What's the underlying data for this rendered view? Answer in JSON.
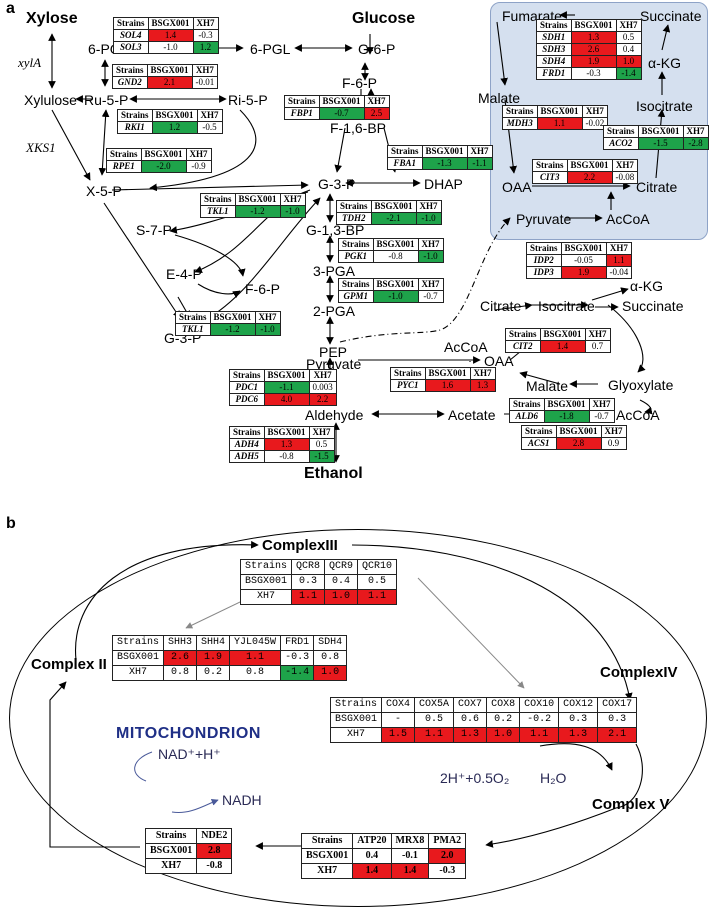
{
  "panel_a": {
    "label": "a",
    "metabolites": {
      "xylose": "Xylose",
      "glucose": "Glucose",
      "six_pgl_left": "6-PGL",
      "six_pgl_right": "6-PGL",
      "g6p": "G-6-P",
      "xylulose": "Xylulose",
      "ru5p": "Ru-5-P",
      "ri5p": "Ri-5-P",
      "f6p": "F-6-P",
      "f16bp": "F-1,6-BP",
      "x5p": "X-5-P",
      "g3p": "G-3-P",
      "dhap": "DHAP",
      "s7p": "S-7-P",
      "g13bp": "G-1,3-BP",
      "e4p": "E-4-P",
      "f6p_2": "F-6-P",
      "three_pga": "3-PGA",
      "two_pga": "2-PGA",
      "g3p_2": "G-3-P",
      "pep": "PEP",
      "pyruvate": "Pyruvate",
      "oaa": "OAA",
      "aldehyde": "Aldehyde",
      "acetate": "Acetate",
      "acoa_cyto": "AcCoA",
      "ethanol": "Ethanol",
      "malate_cyto": "Malate",
      "glyoxylate": "Glyoxylate",
      "acoa_glyox": "AcCoA",
      "citrate_glyox": "Citrate",
      "isocitrate_glyox": "Isocitrate",
      "succinate_glyox": "Succinate",
      "akg_cyto": "α-KG",
      "fumarate": "Fumarate",
      "succinate_mito": "Succinate",
      "malate_mito": "Malate",
      "akg_mito": "α-KG",
      "isocitrate_mito": "Isocitrate",
      "oaa_mito": "OAA",
      "citrate_mito": "Citrate",
      "pyruvate_mito": "Pyruvate",
      "acoa_mito": "AcCoA"
    },
    "gene_labels": {
      "xyla": "xylA",
      "xks1": "XKS1"
    },
    "tables": [
      {
        "id": "sol",
        "header": [
          "Strains",
          "BSGX001",
          "XH7"
        ],
        "rows": [
          {
            "gene": "SOL4",
            "v1": "1.4",
            "c1": "red",
            "v2": "-0.3",
            "c2": ""
          },
          {
            "gene": "SOL3",
            "v1": "-1.0",
            "c1": "",
            "v2": "1.2",
            "c2": "green"
          }
        ]
      },
      {
        "id": "gnd",
        "header": [
          "Strains",
          "BSGX001",
          "XH7"
        ],
        "rows": [
          {
            "gene": "GND2",
            "v1": "2.1",
            "c1": "red",
            "v2": "-0.01",
            "c2": ""
          }
        ]
      },
      {
        "id": "rki",
        "header": [
          "Strains",
          "BSGX001",
          "XH7"
        ],
        "rows": [
          {
            "gene": "RKI1",
            "v1": "1.2",
            "c1": "green",
            "v2": "-0.5",
            "c2": ""
          }
        ]
      },
      {
        "id": "rpe",
        "header": [
          "Strains",
          "BSGX001",
          "XH7"
        ],
        "rows": [
          {
            "gene": "RPE1",
            "v1": "-2.0",
            "c1": "green",
            "v2": "-0.9",
            "c2": ""
          }
        ]
      },
      {
        "id": "fbp",
        "header": [
          "Strains",
          "BSGX001",
          "XH7"
        ],
        "rows": [
          {
            "gene": "FBP1",
            "v1": "-0.7",
            "c1": "green",
            "v2": "2.5",
            "c2": "red"
          }
        ]
      },
      {
        "id": "fba",
        "header": [
          "Strains",
          "BSGX001",
          "XH7"
        ],
        "rows": [
          {
            "gene": "FBA1",
            "v1": "-1.3",
            "c1": "green",
            "v2": "-1.1",
            "c2": "green"
          }
        ]
      },
      {
        "id": "tkl_a",
        "header": [
          "Strains",
          "BSGX001",
          "XH7"
        ],
        "rows": [
          {
            "gene": "TKL1",
            "v1": "-1.2",
            "c1": "green",
            "v2": "-1.0",
            "c2": "green"
          }
        ]
      },
      {
        "id": "tdh",
        "header": [
          "Strains",
          "BSGX001",
          "XH7"
        ],
        "rows": [
          {
            "gene": "TDH2",
            "v1": "-2.1",
            "c1": "green",
            "v2": "-1.0",
            "c2": "green"
          }
        ]
      },
      {
        "id": "pgk",
        "header": [
          "Strains",
          "BSGX001",
          "XH7"
        ],
        "rows": [
          {
            "gene": "PGK1",
            "v1": "-0.8",
            "c1": "",
            "v2": "-1.0",
            "c2": "green"
          }
        ]
      },
      {
        "id": "gpm",
        "header": [
          "Strains",
          "BSGX001",
          "XH7"
        ],
        "rows": [
          {
            "gene": "GPM1",
            "v1": "-1.0",
            "c1": "green",
            "v2": "-0.7",
            "c2": ""
          }
        ]
      },
      {
        "id": "tkl_b",
        "header": [
          "Strains",
          "BSGX001",
          "XH7"
        ],
        "rows": [
          {
            "gene": "TKL1",
            "v1": "-1.2",
            "c1": "green",
            "v2": "-1.0",
            "c2": "green"
          }
        ]
      },
      {
        "id": "pdc",
        "header": [
          "Strains",
          "BSGX001",
          "XH7"
        ],
        "rows": [
          {
            "gene": "PDC1",
            "v1": "-1.1",
            "c1": "green",
            "v2": "0.003",
            "c2": ""
          },
          {
            "gene": "PDC6",
            "v1": "4.0",
            "c1": "red",
            "v2": "2.2",
            "c2": "red"
          }
        ]
      },
      {
        "id": "adh",
        "header": [
          "Strains",
          "BSGX001",
          "XH7"
        ],
        "rows": [
          {
            "gene": "ADH4",
            "v1": "1.3",
            "c1": "red",
            "v2": "0.5",
            "c2": ""
          },
          {
            "gene": "ADH5",
            "v1": "-0.8",
            "c1": "",
            "v2": "-1.5",
            "c2": "green"
          }
        ]
      },
      {
        "id": "ald",
        "header": [
          "Strains",
          "BSGX001",
          "XH7"
        ],
        "rows": [
          {
            "gene": "ALD6",
            "v1": "-1.8",
            "c1": "green",
            "v2": "-0.7",
            "c2": ""
          }
        ]
      },
      {
        "id": "pyc",
        "header": [
          "Strains",
          "BSGX001",
          "XH7"
        ],
        "rows": [
          {
            "gene": "PYC1",
            "v1": "1.6",
            "c1": "red",
            "v2": "1.3",
            "c2": "red"
          }
        ]
      },
      {
        "id": "acs",
        "header": [
          "Strains",
          "BSGX001",
          "XH7"
        ],
        "rows": [
          {
            "gene": "ACS1",
            "v1": "2.8",
            "c1": "red",
            "v2": "0.9",
            "c2": ""
          }
        ]
      },
      {
        "id": "cit2",
        "header": [
          "Strains",
          "BSGX001",
          "XH7"
        ],
        "rows": [
          {
            "gene": "CIT2",
            "v1": "1.4",
            "c1": "red",
            "v2": "0.7",
            "c2": ""
          }
        ]
      },
      {
        "id": "idp",
        "header": [
          "Strains",
          "BSGX001",
          "XH7"
        ],
        "rows": [
          {
            "gene": "IDP2",
            "v1": "-0.05",
            "c1": "",
            "v2": "1.1",
            "c2": "red"
          },
          {
            "gene": "IDP3",
            "v1": "1.9",
            "c1": "red",
            "v2": "-0.04",
            "c2": ""
          }
        ]
      },
      {
        "id": "sdh",
        "header": [
          "Strains",
          "BSGX001",
          "XH7"
        ],
        "rows": [
          {
            "gene": "SDH1",
            "v1": "1.3",
            "c1": "red",
            "v2": "0.5",
            "c2": ""
          },
          {
            "gene": "SDH3",
            "v1": "2.6",
            "c1": "red",
            "v2": "0.4",
            "c2": ""
          },
          {
            "gene": "SDH4",
            "v1": "1.9",
            "c1": "red",
            "v2": "1.0",
            "c2": "red"
          },
          {
            "gene": "FRD1",
            "v1": "-0.3",
            "c1": "",
            "v2": "-1.4",
            "c2": "green"
          }
        ]
      },
      {
        "id": "mdh",
        "header": [
          "Strains",
          "BSGX001",
          "XH7"
        ],
        "rows": [
          {
            "gene": "MDH3",
            "v1": "1.1",
            "c1": "red",
            "v2": "-0.02",
            "c2": ""
          }
        ]
      },
      {
        "id": "aco",
        "header": [
          "Strains",
          "BSGX001",
          "XH7"
        ],
        "rows": [
          {
            "gene": "ACO2",
            "v1": "-1.5",
            "c1": "green",
            "v2": "-2.8",
            "c2": "green"
          }
        ]
      },
      {
        "id": "cit3",
        "header": [
          "Strains",
          "BSGX001",
          "XH7"
        ],
        "rows": [
          {
            "gene": "CIT3",
            "v1": "2.2",
            "c1": "red",
            "v2": "-0.08",
            "c2": ""
          }
        ]
      }
    ]
  },
  "panel_b": {
    "label": "b",
    "complexes": {
      "c2": "Complex II",
      "c3": "ComplexIII",
      "c4": "ComplexIV",
      "c5": "Complex V"
    },
    "mitochondrion": "MITOCHONDRION",
    "nad": "NAD⁺+H⁺",
    "nadh": "NADH",
    "reaction_left": "2H⁺+0.5O₂",
    "reaction_right": "H₂O",
    "tables": {
      "qcr": {
        "header": [
          "Strains",
          "QCR8",
          "QCR9",
          "QCR10"
        ],
        "rows": [
          {
            "name": "BSGX001",
            "cells": [
              {
                "v": "0.3",
                "c": ""
              },
              {
                "v": "0.4",
                "c": ""
              },
              {
                "v": "0.5",
                "c": ""
              }
            ]
          },
          {
            "name": "XH7",
            "cells": [
              {
                "v": "1.1",
                "c": "red"
              },
              {
                "v": "1.0",
                "c": "red"
              },
              {
                "v": "1.1",
                "c": "red"
              }
            ]
          }
        ]
      },
      "sdh": {
        "header": [
          "Strains",
          "SHH3",
          "SHH4",
          "YJL045W",
          "FRD1",
          "SDH4"
        ],
        "rows": [
          {
            "name": "BSGX001",
            "cells": [
              {
                "v": "2.6",
                "c": "red"
              },
              {
                "v": "1.9",
                "c": "red"
              },
              {
                "v": "1.1",
                "c": "red"
              },
              {
                "v": "-0.3",
                "c": ""
              },
              {
                "v": "0.8",
                "c": ""
              }
            ]
          },
          {
            "name": "XH7",
            "cells": [
              {
                "v": "0.8",
                "c": ""
              },
              {
                "v": "0.2",
                "c": ""
              },
              {
                "v": "0.8",
                "c": ""
              },
              {
                "v": "-1.4",
                "c": "green"
              },
              {
                "v": "1.0",
                "c": "red"
              }
            ]
          }
        ]
      },
      "cox": {
        "header": [
          "Strains",
          "COX4",
          "COX5A",
          "COX7",
          "COX8",
          "COX10",
          "COX12",
          "COX17"
        ],
        "rows": [
          {
            "name": "BSGX001",
            "cells": [
              {
                "v": "-",
                "c": ""
              },
              {
                "v": "0.5",
                "c": ""
              },
              {
                "v": "0.6",
                "c": ""
              },
              {
                "v": "0.2",
                "c": ""
              },
              {
                "v": "-0.2",
                "c": ""
              },
              {
                "v": "0.3",
                "c": ""
              },
              {
                "v": "0.3",
                "c": ""
              }
            ]
          },
          {
            "name": "XH7",
            "cells": [
              {
                "v": "1.5",
                "c": "red"
              },
              {
                "v": "1.1",
                "c": "red"
              },
              {
                "v": "1.3",
                "c": "red"
              },
              {
                "v": "1.0",
                "c": "red"
              },
              {
                "v": "1.1",
                "c": "red"
              },
              {
                "v": "1.3",
                "c": "red"
              },
              {
                "v": "2.1",
                "c": "red"
              }
            ]
          }
        ]
      },
      "atp": {
        "header": [
          "Strains",
          "ATP20",
          "MRX8",
          "PMA2"
        ],
        "rows": [
          {
            "name": "BSGX001",
            "cells": [
              {
                "v": "0.4",
                "c": ""
              },
              {
                "v": "-0.1",
                "c": ""
              },
              {
                "v": "2.0",
                "c": "red"
              }
            ]
          },
          {
            "name": "XH7",
            "cells": [
              {
                "v": "1.4",
                "c": "red"
              },
              {
                "v": "1.4",
                "c": "red"
              },
              {
                "v": "-0.3",
                "c": ""
              }
            ]
          }
        ]
      },
      "nde": {
        "header": [
          "Strains",
          "NDE2"
        ],
        "rows": [
          {
            "name": "BSGX001",
            "cells": [
              {
                "v": "2.8",
                "c": "red"
              }
            ]
          },
          {
            "name": "XH7",
            "cells": [
              {
                "v": "-0.8",
                "c": ""
              }
            ]
          }
        ]
      }
    }
  },
  "colors": {
    "up": "#e8191d",
    "down": "#1ea34a",
    "tca_box": "#d5e0ef",
    "mito_text": "#1f2f86"
  }
}
